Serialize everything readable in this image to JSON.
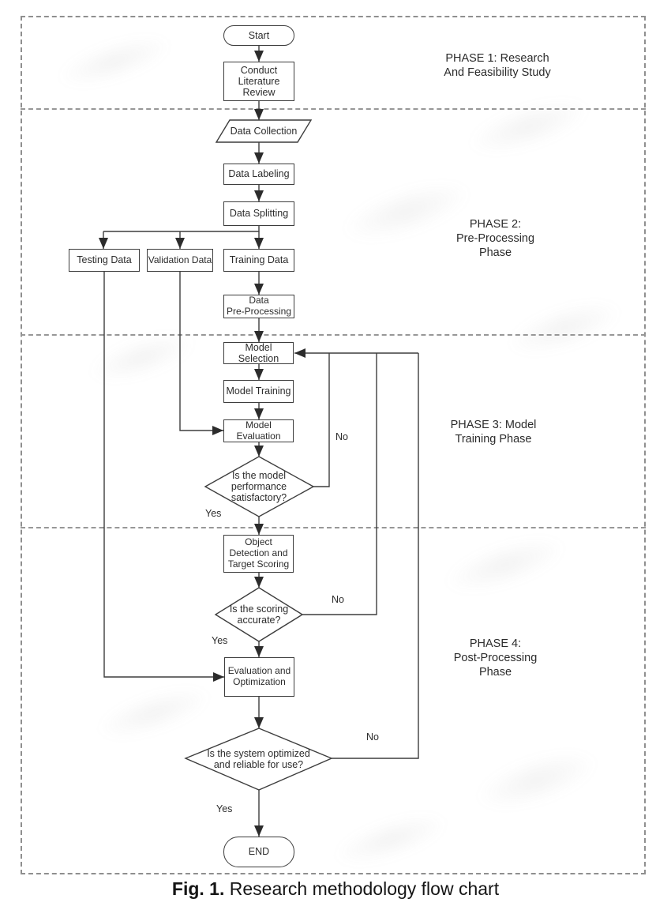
{
  "figure": {
    "caption_label": "Fig. 1.",
    "caption_text": " Research methodology flow chart"
  },
  "phases": [
    {
      "label": "PHASE 1: Research\nAnd Feasibility Study"
    },
    {
      "label": "PHASE 2:\nPre-Processing\nPhase"
    },
    {
      "label": "PHASE 3: Model\nTraining Phase"
    },
    {
      "label": "PHASE 4:\nPost-Processing\nPhase"
    }
  ],
  "nodes": {
    "start": "Start",
    "conduct_literature_review": "Conduct\nLiterature\nReview",
    "data_collection": "Data Collection",
    "data_labeling": "Data Labeling",
    "data_splitting": "Data Splitting",
    "testing_data": "Testing Data",
    "validation_data": "Validation Data",
    "training_data": "Training Data",
    "data_preprocessing": "Data\nPre-Processing",
    "model_selection": "Model Selection",
    "model_training": "Model Training",
    "model_evaluation": "Model\nEvaluation",
    "decision_model_performance": "Is the model\nperformance\nsatisfactory?",
    "object_detection_target_scoring": "Object\nDetection and\nTarget Scoring",
    "decision_scoring_accurate": "Is the scoring\naccurate?",
    "evaluation_optimization": "Evaluation and\nOptimization",
    "decision_system_optimized": "Is the system optimized\nand reliable for use?",
    "end": "END"
  },
  "edge_labels": {
    "model_performance_yes": "Yes",
    "model_performance_no": "No",
    "scoring_yes": "Yes",
    "scoring_no": "No",
    "system_yes": "Yes",
    "system_no": "No"
  },
  "colors": {
    "line": "#3d3d3d",
    "dashed_frame": "#8f8f8f",
    "text": "#2c2c2c",
    "background": "#ffffff"
  }
}
